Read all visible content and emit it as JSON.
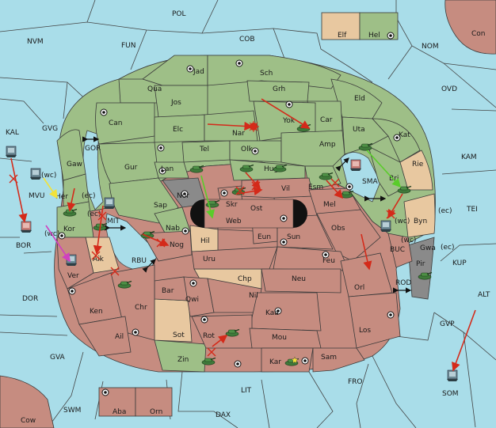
{
  "colors": {
    "sea": "#a9dde9",
    "green_power": "#9ebf87",
    "red_power": "#c68c80",
    "neutral": "#e8c8a0",
    "impassable": "#8a8a8a",
    "order_arrow": "#d42a1a",
    "support_arrow": "#f2e23a",
    "convoy_arrow": "#d040c0",
    "green_arrow": "#5acc2a"
  },
  "regions": {
    "pol": "POL",
    "nvm": "NVM",
    "fun": "FUN",
    "cob": "COB",
    "nom": "NOM",
    "elf": "Elf",
    "hel": "Hel",
    "con": "Con",
    "ovd": "OVD",
    "kal": "KAL",
    "gvg": "GVG",
    "gor": "GOR",
    "mvu": "MVU",
    "bor": "BOR",
    "kam": "KAM",
    "tei": "TEI",
    "kup": "KUP",
    "buc": "BUC",
    "rod": "ROD",
    "dor": "DOR",
    "alt": "ALT",
    "gvp": "GVP",
    "gva": "GVA",
    "fro": "FRO",
    "lit": "LIT",
    "som": "SOM",
    "swm": "SWM",
    "dax": "DAX",
    "cow": "Cow",
    "aba": "Aba",
    "orn": "Orn",
    "mit": "MIT",
    "rbu": "RBU",
    "sma": "SMA",
    "jad": "Jad",
    "sch": "Sch",
    "qua": "Qua",
    "grh": "Grh",
    "jos": "Jos",
    "can": "Can",
    "eld": "Eld",
    "car": "Car",
    "elc": "Elc",
    "nar": "Nar",
    "yok": "Yok",
    "uta": "Uta",
    "kat": "Kat",
    "tel": "Tel",
    "olk": "Olk",
    "amp": "Amp",
    "gaw": "Gaw",
    "gur": "Gur",
    "lan": "Lan",
    "hug": "Hug",
    "rie": "Rie",
    "bri": "Bri",
    "esm": "Esm",
    "vil": "Vil",
    "nor": "Nor",
    "skr": "Skr",
    "ost": "Ost",
    "mel": "Mel",
    "her": "Her",
    "sap": "Sap",
    "web": "Web",
    "byn": "Byn",
    "kor": "Kor",
    "nab": "Nab",
    "eun": "Eun",
    "sun": "Sun",
    "obs": "Obs",
    "gwa": "Gwa",
    "hil": "Hil",
    "nog": "Nog",
    "pir": "Pir",
    "aik": "Aik",
    "uru": "Uru",
    "feu": "Feu",
    "ver": "Ver",
    "chp": "Chp",
    "neu": "Neu",
    "orl": "Orl",
    "bar": "Bar",
    "qwi": "Qwi",
    "nil": "Nil",
    "ken": "Ken",
    "chr": "Chr",
    "kaa": "Kaa",
    "ail": "Ail",
    "los": "Los",
    "sot": "Sot",
    "rot": "Rot",
    "mou": "Mou",
    "zin": "Zin",
    "kar": "Kar",
    "sam": "Sam"
  },
  "coast_tags": {
    "wc": "(wc)",
    "ec": "(ec)"
  }
}
